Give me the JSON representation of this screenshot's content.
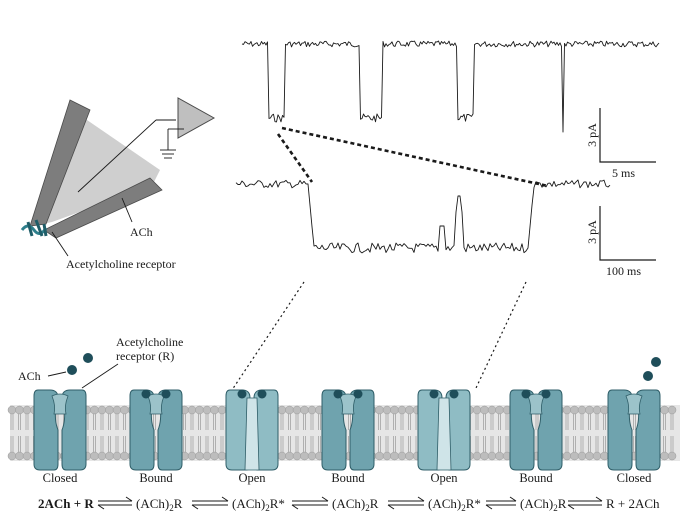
{
  "labels": {
    "ach_pipette": "ACh",
    "receptor_pipette": "Acetylcholine receptor",
    "ach_membrane": "ACh",
    "receptor_r_line1": "Acetylcholine",
    "receptor_r_line2": "receptor (R)"
  },
  "scalebars": [
    {
      "current": "3 pA",
      "time": "5 ms"
    },
    {
      "current": "3 pA",
      "time": "100 ms"
    }
  ],
  "states": [
    "Closed",
    "Bound",
    "Open",
    "Bound",
    "Open",
    "Bound",
    "Closed"
  ],
  "equation": {
    "s1": "2ACh + R",
    "s2": "(ACh)",
    "s2sub": "2",
    "s2end": "R",
    "s3": "(ACh)",
    "s3sub": "2",
    "s3end": "R*",
    "s4": "(ACh)",
    "s4sub": "2",
    "s4end": "R",
    "s5": "(ACh)",
    "s5sub": "2",
    "s5end": "R*",
    "s6": "(ACh)",
    "s6sub": "2",
    "s6end": "R",
    "s7": "R + 2ACh"
  },
  "colors": {
    "receptor_closed": "#6fa3ae",
    "receptor_open": "#8fbcc4",
    "receptor_stroke": "#2f5e68",
    "ach_molecule": "#1f4e5a",
    "membrane": "#bdbdbd",
    "pipette_dark": "#7d7d7d",
    "pipette_light": "#cfcfcf"
  }
}
